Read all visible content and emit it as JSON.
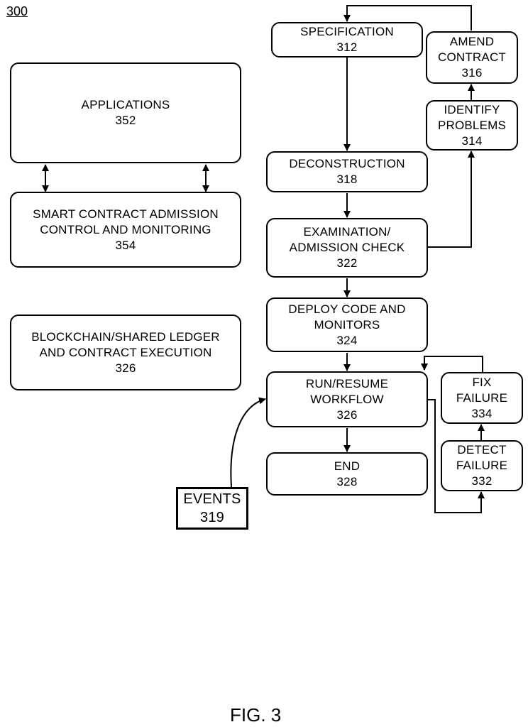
{
  "figure": {
    "ref": "300",
    "caption": "FIG. 3"
  },
  "boxes": {
    "applications": {
      "lines": [
        "APPLICATIONS",
        "352"
      ]
    },
    "admission_control": {
      "lines": [
        "SMART CONTRACT ADMISSION",
        "CONTROL AND MONITORING",
        "354"
      ]
    },
    "blockchain": {
      "lines": [
        "BLOCKCHAIN/SHARED LEDGER",
        "AND CONTRACT EXECUTION",
        "326"
      ]
    },
    "specification": {
      "lines": [
        "SPECIFICATION",
        "312"
      ]
    },
    "amend_contract": {
      "lines": [
        "AMEND",
        "CONTRACT",
        "316"
      ]
    },
    "identify_problems": {
      "lines": [
        "IDENTIFY",
        "PROBLEMS",
        "314"
      ]
    },
    "deconstruction": {
      "lines": [
        "DECONSTRUCTION",
        "318"
      ]
    },
    "examination": {
      "lines": [
        "EXAMINATION/",
        "ADMISSION CHECK",
        "322"
      ]
    },
    "deploy": {
      "lines": [
        "DEPLOY CODE AND",
        "MONITORS",
        "324"
      ]
    },
    "run_resume": {
      "lines": [
        "RUN/RESUME",
        "WORKFLOW",
        "326"
      ]
    },
    "fix_failure": {
      "lines": [
        "FIX",
        "FAILURE",
        "334"
      ]
    },
    "detect_failure": {
      "lines": [
        "DETECT",
        "FAILURE",
        "332"
      ]
    },
    "end": {
      "lines": [
        "END",
        "328"
      ]
    },
    "events": {
      "lines": [
        "EVENTS",
        "319"
      ]
    }
  }
}
